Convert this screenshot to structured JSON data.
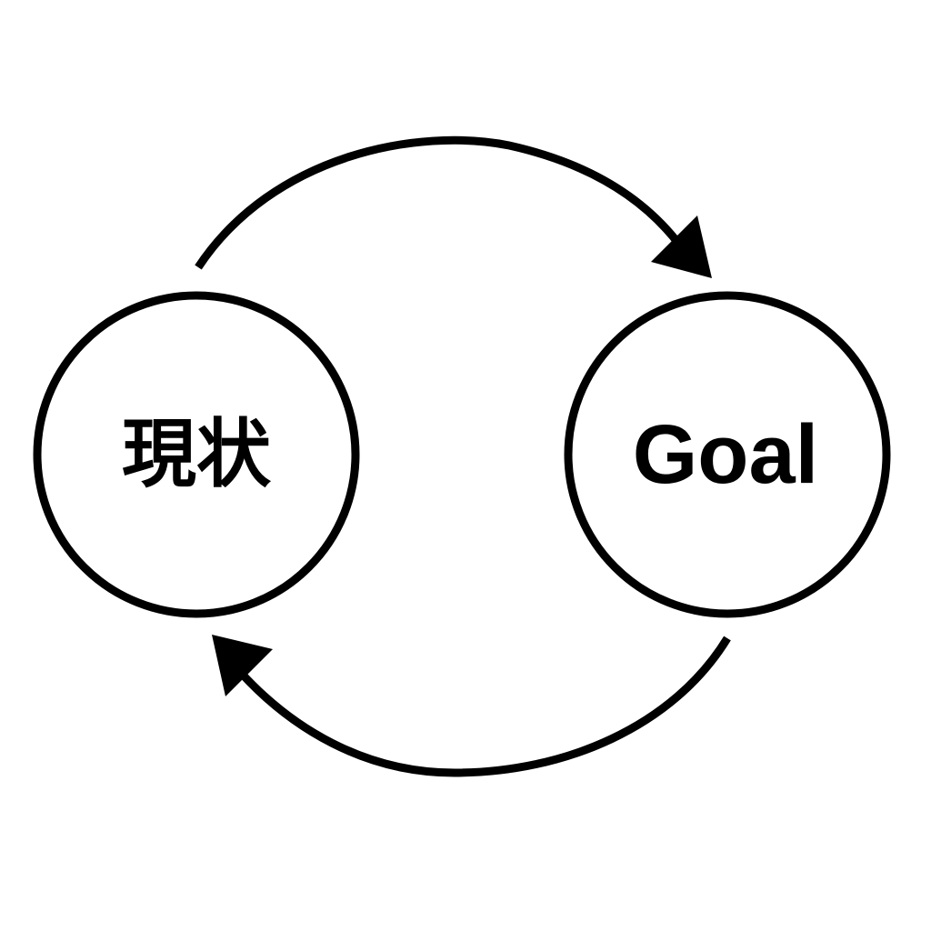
{
  "diagram": {
    "nodes": {
      "current_state": {
        "label": "現状"
      },
      "goal": {
        "label": "Goal"
      }
    },
    "edges": [
      {
        "from": "current_state",
        "to": "goal"
      },
      {
        "from": "goal",
        "to": "current_state"
      }
    ],
    "colors": {
      "stroke": "#000000",
      "background": "#ffffff"
    }
  }
}
